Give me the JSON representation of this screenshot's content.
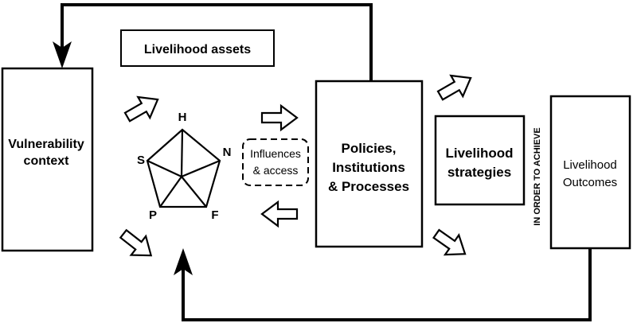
{
  "boxes": {
    "vulnerability": [
      "Vulnerability",
      "context"
    ],
    "assets": "Livelihood assets",
    "policies": [
      "Policies,",
      "Institutions",
      "& Processes"
    ],
    "strategies": [
      "Livelihood",
      "strategies"
    ],
    "outcomes": [
      "Livelihood",
      "Outcomes"
    ]
  },
  "pentagon": {
    "h": "H",
    "n": "N",
    "f": "F",
    "p": "P",
    "s": "S"
  },
  "influences": [
    "Influences",
    "& access"
  ],
  "connector": "IN ORDER TO ACHIEVE",
  "colors": {
    "stroke": "#000000",
    "fill": "#ffffff"
  }
}
